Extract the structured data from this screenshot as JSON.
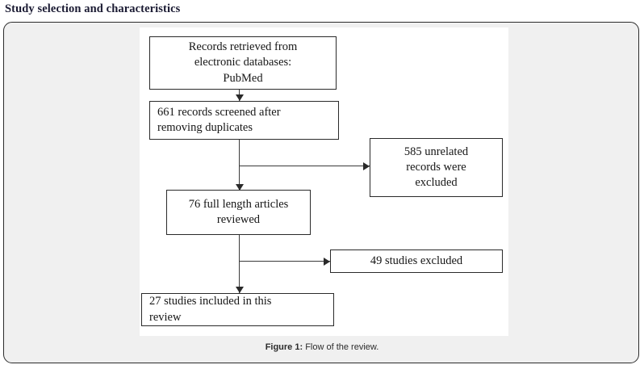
{
  "page": {
    "section_title": "Study selection and characteristics"
  },
  "figure": {
    "caption_label": "Figure 1:",
    "caption_text": " Flow of the review.",
    "border_color": "#2b2b2b",
    "panel_background": "#f0f0f0",
    "canvas_background": "#ffffff",
    "line_color": "#3a3a3a"
  },
  "flowchart": {
    "type": "flow-diagram",
    "orientation": "top-to-bottom",
    "nodes": [
      {
        "id": "records-retrieved",
        "lines": [
          "Records retrieved from",
          "electronic databases:",
          "PubMed"
        ],
        "align": "center",
        "count": null
      },
      {
        "id": "records-screened",
        "lines": [
          "661 records screened after",
          "removing duplicates"
        ],
        "align": "left",
        "count": 661
      },
      {
        "id": "unrelated-excluded",
        "lines": [
          "585 unrelated",
          "records were",
          "excluded"
        ],
        "align": "center",
        "count": 585
      },
      {
        "id": "full-length-reviewed",
        "lines": [
          "76 full length articles",
          "reviewed"
        ],
        "align": "center",
        "count": 76
      },
      {
        "id": "studies-excluded",
        "lines": [
          "49 studies excluded"
        ],
        "align": "center",
        "count": 49
      },
      {
        "id": "studies-included",
        "lines": [
          "27 studies included in this",
          "review"
        ],
        "align": "left",
        "count": 27
      }
    ],
    "edges": [
      {
        "from": "records-retrieved",
        "to": "records-screened",
        "direction": "down"
      },
      {
        "from": "records-screened",
        "to": "unrelated-excluded",
        "direction": "right"
      },
      {
        "from": "records-screened",
        "to": "full-length-reviewed",
        "direction": "down"
      },
      {
        "from": "full-length-reviewed",
        "to": "studies-excluded",
        "direction": "right"
      },
      {
        "from": "full-length-reviewed",
        "to": "studies-included",
        "direction": "down"
      }
    ]
  }
}
